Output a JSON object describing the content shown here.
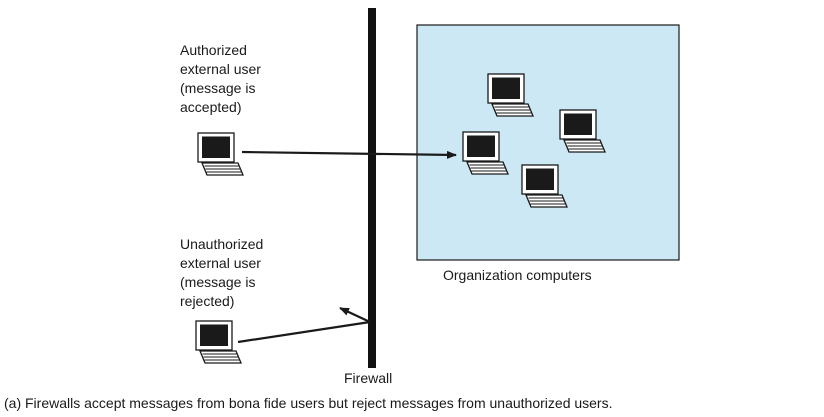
{
  "authorized_user": {
    "label": "Authorized\nexternal user\n(message is\naccepted)"
  },
  "unauthorized_user": {
    "label": "Unauthorized\nexternal user\n(message is\nrejected)"
  },
  "organization": {
    "label": "Organization computers",
    "fill_color": "#cce8f4"
  },
  "firewall": {
    "label": "Firewall"
  },
  "caption": "(a) Firewalls accept messages from bona fide users but reject messages from unauthorized users.",
  "icons": {
    "computer": "laptop-icon"
  }
}
